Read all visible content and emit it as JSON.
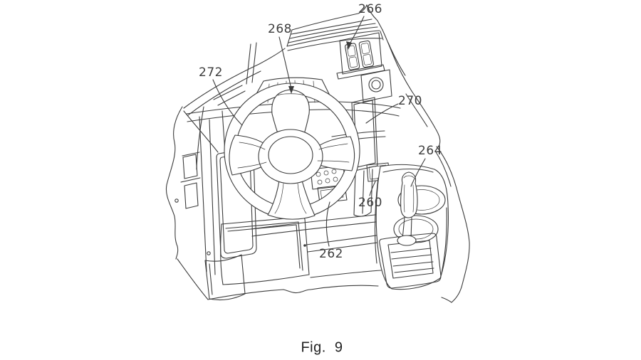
{
  "colors": {
    "background": "#ffffff",
    "line_ink": "#3c3c3c",
    "label_text": "#3d3d3d"
  },
  "figure": {
    "caption": "Fig.  9",
    "reference_labels": [
      {
        "id": "266",
        "text": "266"
      },
      {
        "id": "268",
        "text": "268"
      },
      {
        "id": "272",
        "text": "272"
      },
      {
        "id": "270",
        "text": "270"
      },
      {
        "id": "264",
        "text": "264"
      },
      {
        "id": "260",
        "text": "260"
      },
      {
        "id": "262",
        "text": "262"
      }
    ]
  }
}
